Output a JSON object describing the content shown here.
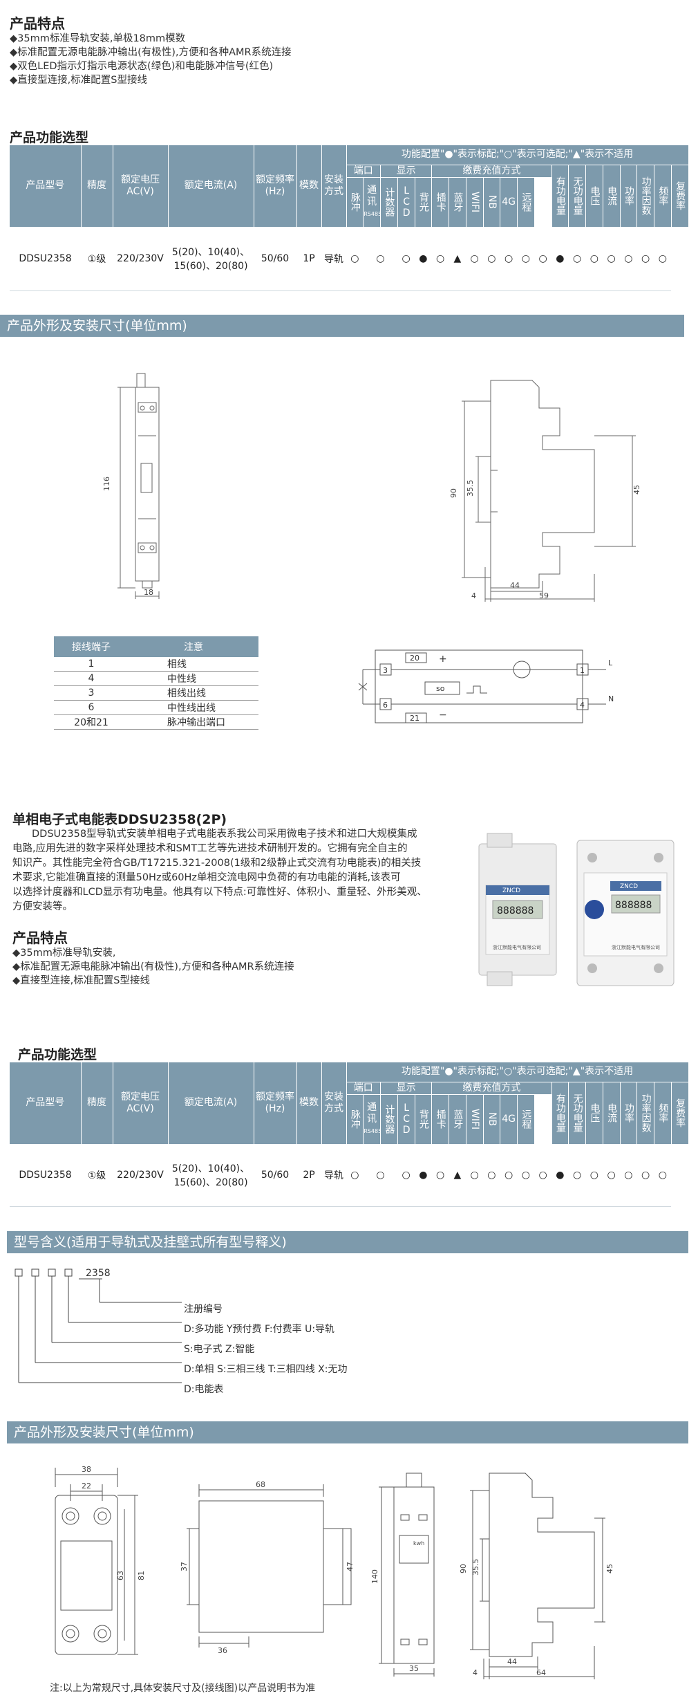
{
  "sec1": {
    "features_title": "产品特点",
    "features": [
      "◆35mm标准导轨安装,单极18mm模数",
      "◆标准配置无源电能脉冲输出(有极性),方便和各种AMR系统连接",
      "◆双色LED指示灯指示电源状态(绿色)和电能脉冲信号(红色)",
      "◆直接型连接,标准配置S型接线"
    ],
    "table_title": "产品功能选型",
    "table": {
      "legend": "功能配置\"●\"表示标配;\"○\"表示可选配;\"▲\"表示不适用",
      "h_model": "产品型号",
      "h_acc": "精度",
      "h_volt": "额定电压AC(V)",
      "h_curr": "额定电流(A)",
      "h_freq": "额定频率(Hz)",
      "h_mod": "模数",
      "h_inst": "安装方式",
      "g_port": "端口",
      "g_disp": "显示",
      "g_pay": "缴费充值方式",
      "cols": [
        "脉冲",
        "通讯",
        "RS485",
        "计数器",
        "LCD",
        "背光",
        "插卡",
        "蓝牙",
        "WIFI",
        "NB",
        "4G",
        "远程",
        "有功电量",
        "无功电量",
        "电压",
        "电流",
        "功率",
        "功率因数",
        "频率",
        "复费率"
      ],
      "model": "DDSU2358",
      "acc": "①级",
      "volt": "220/230V",
      "curr": "5(20)、10(40)、15(60)、20(80)",
      "freq": "50/60",
      "mod": "1P",
      "inst": "导轨",
      "marks": [
        "○",
        "○",
        "○",
        "●",
        "○",
        "▲",
        "○",
        "○",
        "○",
        "○",
        "○",
        "●",
        "○",
        "○",
        "○",
        "○",
        "○",
        "○"
      ]
    },
    "dims_title": "产品外形及安装尺寸(单位mm)",
    "dims": [
      "116",
      "18",
      "90",
      "35.5",
      "45",
      "44",
      "4",
      "59"
    ],
    "terminal": {
      "h1": "接线端子",
      "h2": "注意",
      "rows": [
        [
          "1",
          "相线"
        ],
        [
          "4",
          "中性线"
        ],
        [
          "3",
          "相线出线"
        ],
        [
          "6",
          "中性线出线"
        ],
        [
          "20和21",
          "脉冲输出端口"
        ]
      ]
    },
    "wiring": [
      "20",
      "+",
      "3",
      "1",
      "L",
      "so",
      "6",
      "4",
      "N",
      "21",
      "−"
    ]
  },
  "sec2": {
    "title": "单相电子式电能表DDSU2358(2P)",
    "intro": [
      "DDSU2358型导轨式安装单相电子式电能表系我公司采用微电子技术和进口大规模集成",
      "电路,应用先进的数字采样处理技术和SMT工艺等先进技术研制开发的。它拥有完全自主的",
      "知识产。其性能完全符合GB/T17215.321-2008(1级和2级静止式交流有功电能表)的相关技",
      "术要求,它能准确直接的测量50Hz或60Hz单相交流电网中负荷的有功电能的消耗,该表可",
      "以选择计度器和LCD显示有功电量。他具有以下特点:可靠性好、体积小、重量轻、外形美观、",
      "方便安装等。"
    ],
    "features_title": "产品特点",
    "features": [
      "◆35mm标准导轨安装,",
      "◆标准配置无源电能脉冲输出(有极性),方便和各种AMR系统连接",
      "◆直接型连接,标准配置S型接线"
    ],
    "meter_brand": "ZNCD",
    "meter_lcd": "888888",
    "meter_company": "浙江默能电气有限公司",
    "table_title": "产品功能选型",
    "table": {
      "model": "DDSU2358",
      "acc": "①级",
      "volt": "220/230V",
      "curr": "5(20)、10(40)、15(60)、20(80)",
      "freq": "50/60",
      "mod": "2P",
      "inst": "导轨",
      "marks": [
        "○",
        "○",
        "○",
        "●",
        "○",
        "▲",
        "○",
        "○",
        "○",
        "○",
        "○",
        "●",
        "○",
        "○",
        "○",
        "○",
        "○",
        "○"
      ]
    },
    "type_title": "型号含义(适用于导轨式及挂壁式所有型号释义)",
    "type_code": "2358",
    "type_items": [
      "注册编号",
      "D:多功能 Y预付费 F:付费率 U:导轨",
      "S:电子式 Z:智能",
      "D:单相 S:三相三线 T:三相四线 X:无功",
      "D:电能表"
    ],
    "dims_title": "产品外形及安装尺寸(单位mm)",
    "dims_front": [
      "38",
      "22",
      "63",
      "81"
    ],
    "dims_side": [
      "68",
      "37",
      "47",
      "36"
    ],
    "dims_counter": [
      "140",
      "35",
      "kwh"
    ],
    "dims_profile": [
      "90",
      "35.5",
      "45",
      "44",
      "4",
      "64"
    ],
    "note": "注:以上为常规尺寸,具体安装尺寸及(接线图)以产品说明书为准"
  },
  "colors": {
    "band": "#7d9aac",
    "text": "#333333"
  }
}
